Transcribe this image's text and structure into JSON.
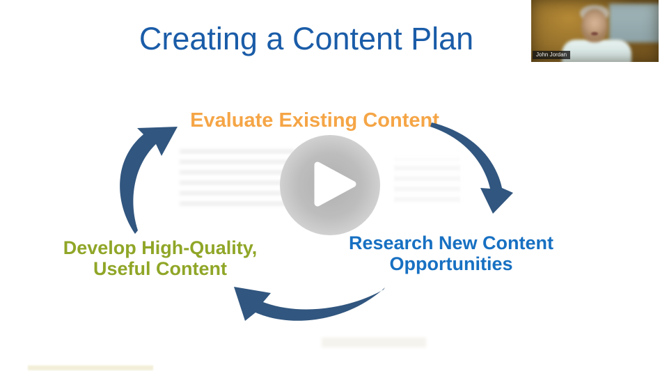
{
  "slide": {
    "title": "Creating a Content Plan",
    "title_color": "#1A5CA8",
    "cycle": {
      "arrow_color": "#31567F",
      "steps": [
        {
          "id": "evaluate",
          "color": "#F5A546",
          "lines": [
            "Evaluate Existing Content"
          ]
        },
        {
          "id": "research",
          "color": "#1770C2",
          "lines": [
            "Research New Content",
            "Opportunities"
          ]
        },
        {
          "id": "develop",
          "color": "#8FA627",
          "lines": [
            "Develop High-Quality,",
            "Useful Content"
          ]
        }
      ]
    }
  },
  "player": {
    "play_icon": "play-icon"
  },
  "webcam": {
    "participant_name": "John Jordan"
  }
}
